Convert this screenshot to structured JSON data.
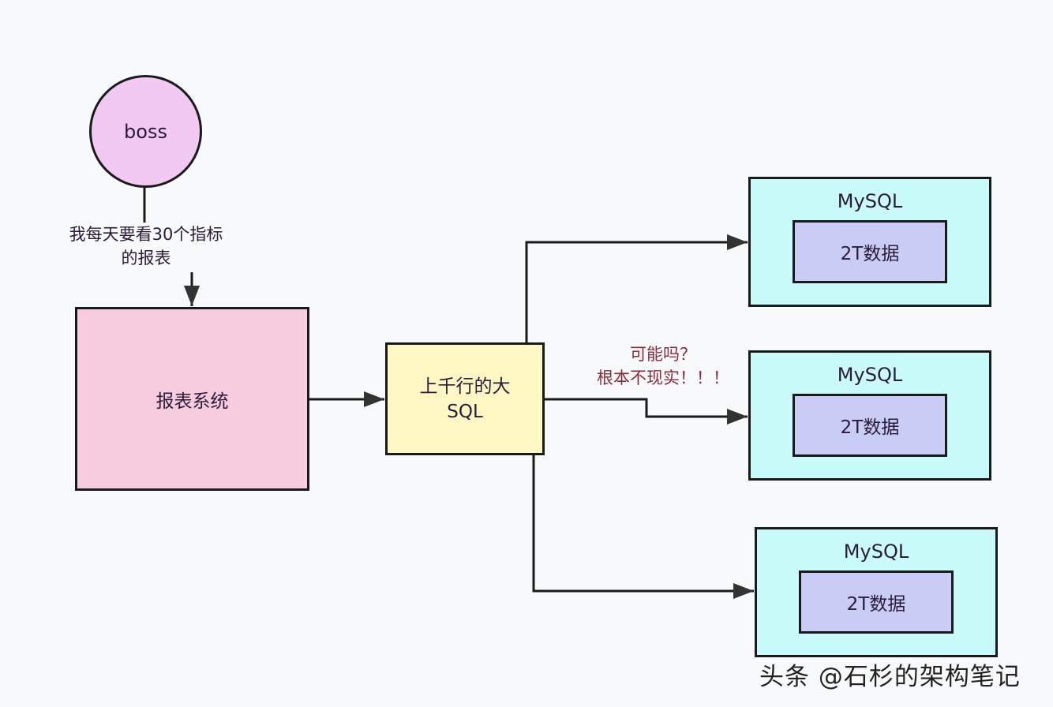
{
  "nodes": {
    "boss": "boss",
    "report_system": "报表系统",
    "big_sql": {
      "line1": "上千行的大",
      "line2": "SQL"
    },
    "mysql_instances": [
      {
        "title": "MySQL",
        "data": "2T数据"
      },
      {
        "title": "MySQL",
        "data": "2T数据"
      },
      {
        "title": "MySQL",
        "data": "2T数据"
      }
    ]
  },
  "labels": {
    "boss_quote": {
      "line1": "我每天要看30个指标",
      "line2": "的报表"
    },
    "warning": {
      "line1": "可能吗？",
      "line2": "根本不现实！！！"
    }
  },
  "watermark": "头条 @石杉的架构笔记",
  "colors": {
    "boss_fill": "#f2c9f3",
    "report_fill": "#f8ccdf",
    "sql_fill": "#fdf7c4",
    "mysql_fill": "#c9fbfb",
    "data_fill": "#c9cdf5",
    "warning_text": "#8a2a3a"
  }
}
